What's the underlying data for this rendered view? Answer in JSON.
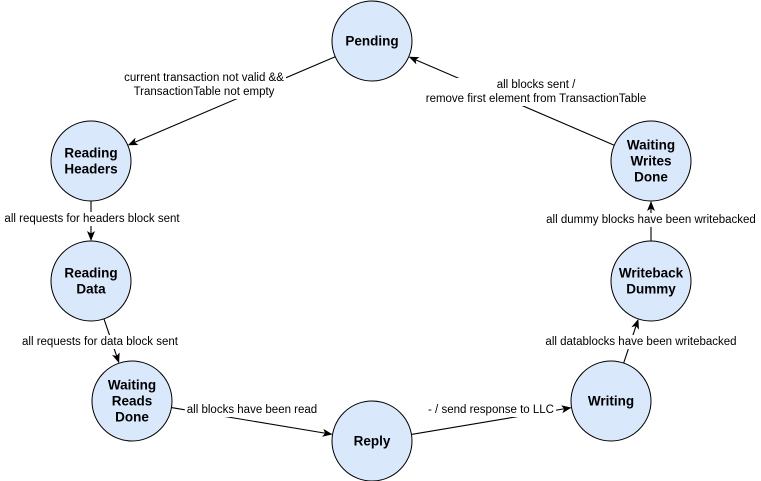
{
  "diagram": {
    "states": {
      "pending": [
        "Pending"
      ],
      "reading_headers": [
        "Reading",
        "Headers"
      ],
      "reading_data": [
        "Reading",
        "Data"
      ],
      "waiting_reads_done": [
        "Waiting",
        "Reads",
        "Done"
      ],
      "reply": [
        "Reply"
      ],
      "writing": [
        "Writing"
      ],
      "writeback_dummy": [
        "Writeback",
        "Dummy"
      ],
      "waiting_writes_done": [
        "Waiting",
        "Writes",
        "Done"
      ]
    },
    "transitions": {
      "pending_to_reading_headers": [
        "current transaction not valid &&",
        "TransactionTable not empty"
      ],
      "reading_headers_to_reading_data": [
        "all requests for headers block sent"
      ],
      "reading_data_to_waiting_reads_done": [
        "all requests for data block sent"
      ],
      "waiting_reads_done_to_reply": [
        "all blocks have been read"
      ],
      "reply_to_writing": [
        "- / send response to LLC"
      ],
      "writing_to_writeback_dummy": [
        "all datablocks have been writebacked"
      ],
      "writeback_dummy_to_waiting_writes_done": [
        "all dummy blocks have been writebacked"
      ],
      "waiting_writes_done_to_pending": [
        "all blocks sent /",
        "remove first element from TransactionTable"
      ]
    }
  }
}
